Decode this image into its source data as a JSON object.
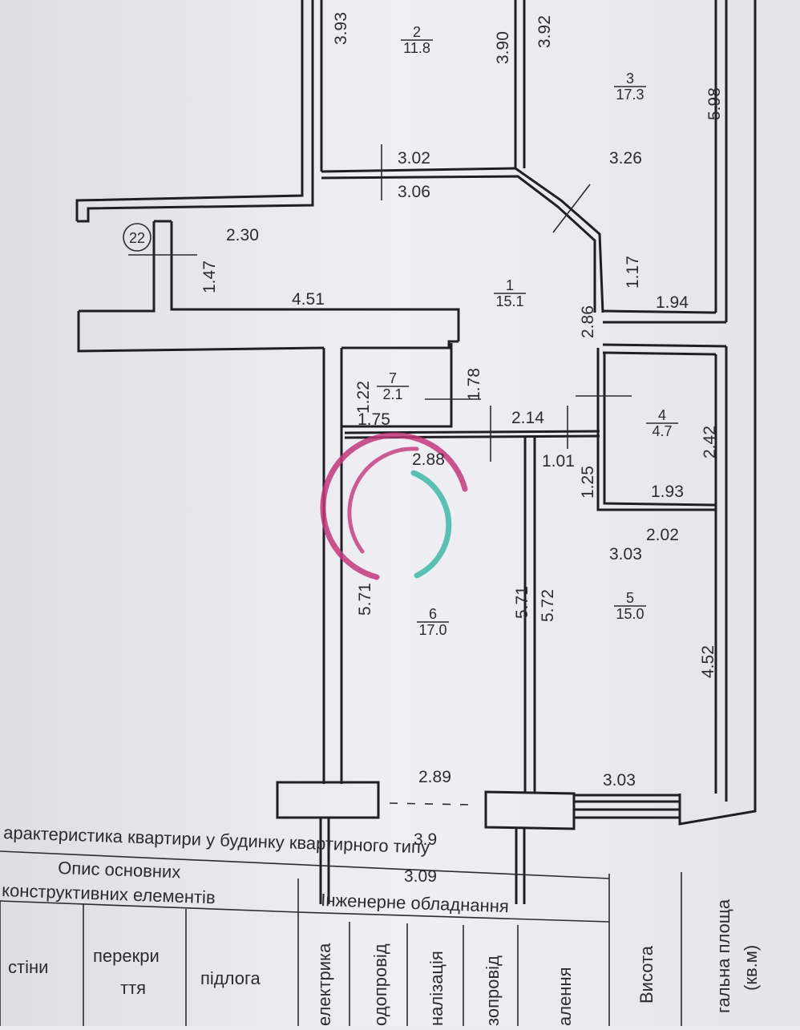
{
  "plan": {
    "rooms": [
      {
        "number": "1",
        "area": "15.1"
      },
      {
        "number": "2",
        "area": "11.8"
      },
      {
        "number": "3",
        "area": "17.3"
      },
      {
        "number": "4",
        "area": "4.7"
      },
      {
        "number": "5",
        "area": "15.0"
      },
      {
        "number": "6",
        "area": "17.0"
      },
      {
        "number": "7",
        "area": "2.1"
      }
    ],
    "dimensions": [
      "3.93",
      "3.90",
      "3.92",
      "5.98",
      "3.02",
      "3.06",
      "3.26",
      "2.30",
      "1.47",
      "4.51",
      "1.17",
      "1.94",
      "2.86",
      "1.22",
      "1.78",
      "1.75",
      "2.14",
      "2.42",
      "2.88",
      "1.01",
      "1.25",
      "1.93",
      "2.02",
      "3.03",
      "5.71",
      "5.71",
      "5.72",
      "4.52",
      "2.89",
      "3.03",
      "3.9",
      "3.09"
    ],
    "marker": "22"
  },
  "table": {
    "title": "арактеристика квартири у будинку квартирного типу",
    "col_group_1": "Опис основних",
    "col_group_1b": "конструктивних елементів",
    "col_group_2": "Інженерне обладнання",
    "col_walls": "стіни",
    "col_floors_a": "перекри",
    "col_floors_b": "ття",
    "col_floor": "підлога",
    "col_electric": "електрика",
    "col_water": "одопровід",
    "col_sewer": "налізація",
    "col_gas": "зопровід",
    "col_heating": "алення",
    "col_height": "Висота",
    "col_area_a": "гальна площа",
    "col_area_b": "(кв.м)"
  },
  "colors": {
    "paper": "#ecebf1",
    "wall": "#1f1f24",
    "logo_pink": "#c2377a",
    "logo_teal": "#3fb9a6"
  }
}
